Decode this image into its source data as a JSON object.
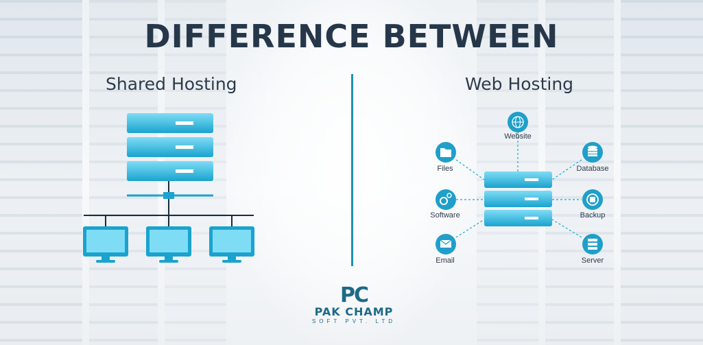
{
  "title": "DIFFERENCE BETWEEN",
  "left_heading": "Shared Hosting",
  "right_heading": "Web Hosting",
  "web_hosting_nodes": {
    "website": "Website",
    "files": "Files",
    "database": "Database",
    "software": "Software",
    "backup": "Backup",
    "email": "Email",
    "server": "Server"
  },
  "logo": {
    "mark": "PC",
    "name": "PAK CHAMP",
    "tagline": "SOFT PVT. LTD"
  },
  "colors": {
    "title": "#26374a",
    "accent": "#1f8fb3",
    "server_light": "#5fd0f0",
    "server_dark": "#1aa3cf",
    "icon_bg": "#1f9fc9"
  }
}
